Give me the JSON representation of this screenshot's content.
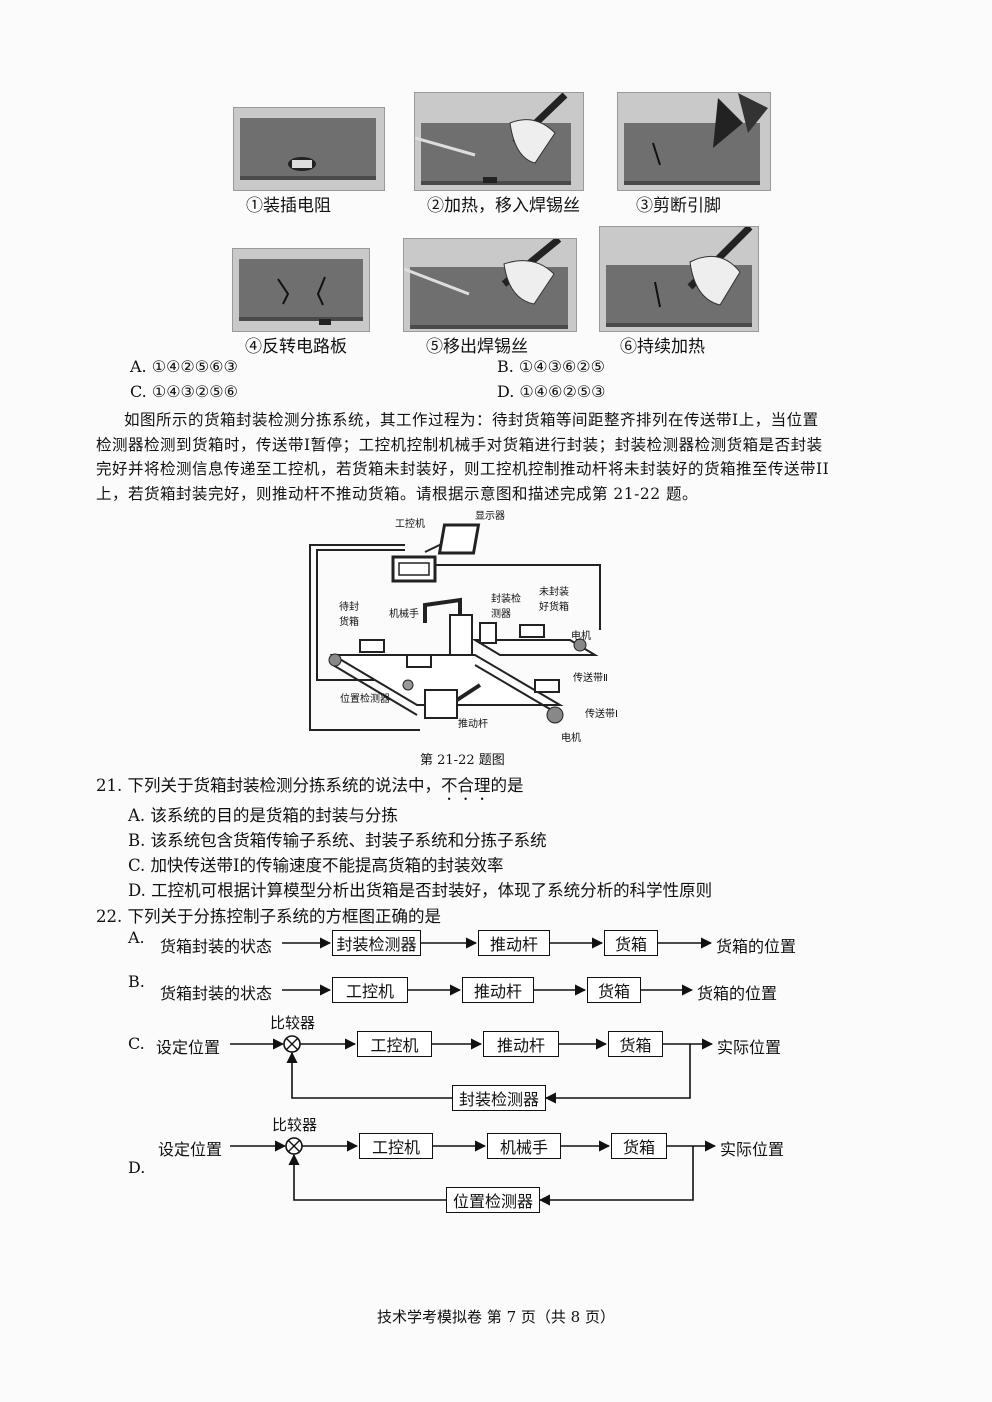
{
  "soldering": {
    "steps": [
      {
        "label": "①装插电阻",
        "icon": "resistor-insert-photo"
      },
      {
        "label": "②加热，移入焊锡丝",
        "icon": "heat-solder-photo"
      },
      {
        "label": "③剪断引脚",
        "icon": "cut-pins-photo"
      },
      {
        "label": "④反转电路板",
        "icon": "flip-board-photo"
      },
      {
        "label": "⑤移出焊锡丝",
        "icon": "remove-solder-photo"
      },
      {
        "label": "⑥持续加热",
        "icon": "keep-heating-photo"
      }
    ],
    "options": {
      "A": "A. ①④②⑤⑥③",
      "B": "B. ①④③⑥②⑤",
      "C": "C. ①④③②⑤⑥",
      "D": "D. ①④⑥②⑤③"
    }
  },
  "passage": {
    "lines": [
      "如图所示的货箱封装检测分拣系统，其工作过程为：待封货箱等间距整齐排列在传送带Ⅰ上，当位置",
      "检测器检测到货箱时，传送带Ⅰ暂停；工控机控制机械手对货箱进行封装；封装检测器检测货箱是否封装",
      "完好并将检测信息传递至工控机，若货箱未封装好，则工控机控制推动杆将未封装好的货箱推至传送带II",
      "上，若货箱封装完好，则推动杆不推动货箱。请根据示意图和描述完成第 21-22 题。"
    ]
  },
  "diagram": {
    "labels": {
      "controller": "工控机",
      "display": "显示器",
      "seal_detector": "封装检测器",
      "unsealed_box": "未封装好货箱",
      "to_seal_box": "待封货箱",
      "robot_arm": "机械手",
      "motor_top": "电机",
      "belt2": "传送带Ⅱ",
      "position_detector": "位置检测器",
      "push_rod": "推动杆",
      "belt1": "传送带Ⅰ",
      "motor_bottom": "电机"
    },
    "caption": "第 21-22 题图"
  },
  "q21": {
    "number": "21.",
    "stem_pre": "下列关于货箱封装检测分拣系统的说法中，",
    "stem_emph": "不合理",
    "stem_post": "的是",
    "options": {
      "A": "A. 该系统的目的是货箱的封装与分拣",
      "B": "B. 该系统包含货箱传输子系统、封装子系统和分拣子系统",
      "C": "C. 加快传送带Ⅰ的传输速度不能提高货箱的封装效率",
      "D": "D. 工控机可根据计算模型分析出货箱是否封装好，体现了系统分析的科学性原则"
    }
  },
  "q22": {
    "number": "22.",
    "stem": "下列关于分拣控制子系统的方框图正确的是",
    "A": {
      "letter": "A.",
      "input": "货箱封装的状态",
      "blocks": [
        "封装检测器",
        "推动杆",
        "货箱"
      ],
      "output": "货箱的位置"
    },
    "B": {
      "letter": "B.",
      "input": "货箱封装的状态",
      "blocks": [
        "工控机",
        "推动杆",
        "货箱"
      ],
      "output": "货箱的位置"
    },
    "C": {
      "letter": "C.",
      "input": "设定位置",
      "comparator": "比较器",
      "blocks": [
        "工控机",
        "推动杆",
        "货箱"
      ],
      "output": "实际位置",
      "feedback": "封装检测器"
    },
    "D": {
      "letter": "D.",
      "input": "设定位置",
      "comparator": "比较器",
      "blocks": [
        "工控机",
        "机械手",
        "货箱"
      ],
      "output": "实际位置",
      "feedback": "位置检测器"
    }
  },
  "footer": "技术学考模拟卷  第 7 页（共 8 页）"
}
